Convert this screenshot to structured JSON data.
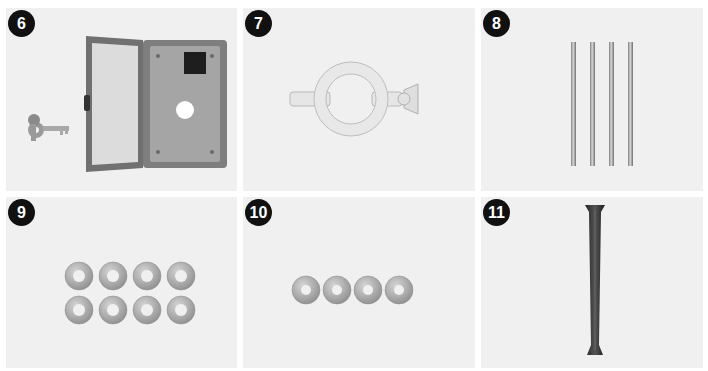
{
  "diagram": {
    "labels": [
      "6",
      "7",
      "8",
      "9",
      "10",
      "11"
    ]
  }
}
